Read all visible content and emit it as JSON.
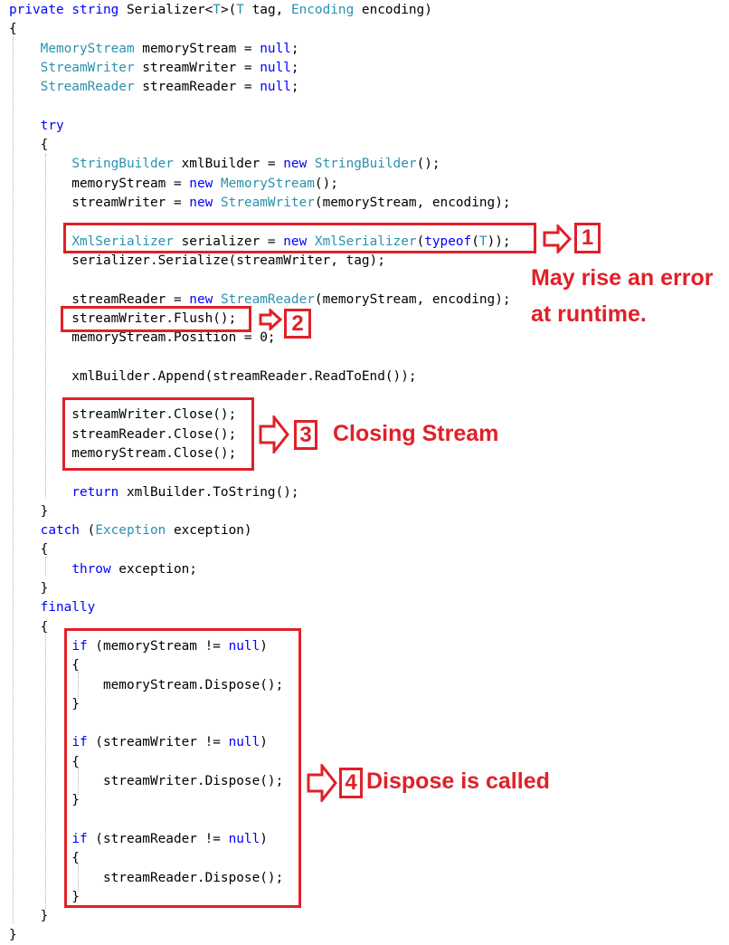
{
  "colors": {
    "keyword": "#0000ff",
    "type": "#2b91af",
    "text": "#000000",
    "annotation": "#e02028"
  },
  "code_lines": [
    [
      {
        "t": "private",
        "c": "keyword"
      },
      {
        "t": " "
      },
      {
        "t": "string",
        "c": "keyword"
      },
      {
        "t": " Serializer<"
      },
      {
        "t": "T",
        "c": "type"
      },
      {
        "t": ">("
      },
      {
        "t": "T",
        "c": "type"
      },
      {
        "t": " tag, "
      },
      {
        "t": "Encoding",
        "c": "type"
      },
      {
        "t": " encoding)"
      }
    ],
    [
      {
        "t": "{"
      }
    ],
    [
      {
        "t": "    "
      },
      {
        "t": "MemoryStream",
        "c": "type"
      },
      {
        "t": " memoryStream = "
      },
      {
        "t": "null",
        "c": "keyword"
      },
      {
        "t": ";"
      }
    ],
    [
      {
        "t": "    "
      },
      {
        "t": "StreamWriter",
        "c": "type"
      },
      {
        "t": " streamWriter = "
      },
      {
        "t": "null",
        "c": "keyword"
      },
      {
        "t": ";"
      }
    ],
    [
      {
        "t": "    "
      },
      {
        "t": "StreamReader",
        "c": "type"
      },
      {
        "t": " streamReader = "
      },
      {
        "t": "null",
        "c": "keyword"
      },
      {
        "t": ";"
      }
    ],
    [],
    [
      {
        "t": "    "
      },
      {
        "t": "try",
        "c": "keyword"
      }
    ],
    [
      {
        "t": "    {"
      }
    ],
    [
      {
        "t": "        "
      },
      {
        "t": "StringBuilder",
        "c": "type"
      },
      {
        "t": " xmlBuilder = "
      },
      {
        "t": "new",
        "c": "keyword"
      },
      {
        "t": " "
      },
      {
        "t": "StringBuilder",
        "c": "type"
      },
      {
        "t": "();"
      }
    ],
    [
      {
        "t": "        memoryStream = "
      },
      {
        "t": "new",
        "c": "keyword"
      },
      {
        "t": " "
      },
      {
        "t": "MemoryStream",
        "c": "type"
      },
      {
        "t": "();"
      }
    ],
    [
      {
        "t": "        streamWriter = "
      },
      {
        "t": "new",
        "c": "keyword"
      },
      {
        "t": " "
      },
      {
        "t": "StreamWriter",
        "c": "type"
      },
      {
        "t": "(memoryStream, encoding);"
      }
    ],
    [],
    [
      {
        "t": "        "
      },
      {
        "t": "XmlSerializer",
        "c": "type"
      },
      {
        "t": " serializer = "
      },
      {
        "t": "new",
        "c": "keyword"
      },
      {
        "t": " "
      },
      {
        "t": "XmlSerializer",
        "c": "type"
      },
      {
        "t": "("
      },
      {
        "t": "typeof",
        "c": "keyword"
      },
      {
        "t": "("
      },
      {
        "t": "T",
        "c": "type"
      },
      {
        "t": "));"
      }
    ],
    [
      {
        "t": "        serializer.Serialize(streamWriter, tag);"
      }
    ],
    [],
    [
      {
        "t": "        streamReader = "
      },
      {
        "t": "new",
        "c": "keyword"
      },
      {
        "t": " "
      },
      {
        "t": "StreamReader",
        "c": "type"
      },
      {
        "t": "(memoryStream, encoding);"
      }
    ],
    [
      {
        "t": "        streamWriter.Flush();"
      }
    ],
    [
      {
        "t": "        memoryStream.Position = 0;"
      }
    ],
    [],
    [
      {
        "t": "        xmlBuilder.Append(streamReader.ReadToEnd());"
      }
    ],
    [],
    [
      {
        "t": "        streamWriter.Close();"
      }
    ],
    [
      {
        "t": "        streamReader.Close();"
      }
    ],
    [
      {
        "t": "        memoryStream.Close();"
      }
    ],
    [],
    [
      {
        "t": "        "
      },
      {
        "t": "return",
        "c": "keyword"
      },
      {
        "t": " xmlBuilder.ToString();"
      }
    ],
    [
      {
        "t": "    }"
      }
    ],
    [
      {
        "t": "    "
      },
      {
        "t": "catch",
        "c": "keyword"
      },
      {
        "t": " ("
      },
      {
        "t": "Exception",
        "c": "type"
      },
      {
        "t": " exception)"
      }
    ],
    [
      {
        "t": "    {"
      }
    ],
    [
      {
        "t": "        "
      },
      {
        "t": "throw",
        "c": "keyword"
      },
      {
        "t": " exception;"
      }
    ],
    [
      {
        "t": "    }"
      }
    ],
    [
      {
        "t": "    "
      },
      {
        "t": "finally",
        "c": "keyword"
      }
    ],
    [
      {
        "t": "    {"
      }
    ],
    [
      {
        "t": "        "
      },
      {
        "t": "if",
        "c": "keyword"
      },
      {
        "t": " (memoryStream != "
      },
      {
        "t": "null",
        "c": "keyword"
      },
      {
        "t": ")"
      }
    ],
    [
      {
        "t": "        {"
      }
    ],
    [
      {
        "t": "            memoryStream.Dispose();"
      }
    ],
    [
      {
        "t": "        }"
      }
    ],
    [],
    [
      {
        "t": "        "
      },
      {
        "t": "if",
        "c": "keyword"
      },
      {
        "t": " (streamWriter != "
      },
      {
        "t": "null",
        "c": "keyword"
      },
      {
        "t": ")"
      }
    ],
    [
      {
        "t": "        {"
      }
    ],
    [
      {
        "t": "            streamWriter.Dispose();"
      }
    ],
    [
      {
        "t": "        }"
      }
    ],
    [],
    [
      {
        "t": "        "
      },
      {
        "t": "if",
        "c": "keyword"
      },
      {
        "t": " (streamReader != "
      },
      {
        "t": "null",
        "c": "keyword"
      },
      {
        "t": ")"
      }
    ],
    [
      {
        "t": "        {"
      }
    ],
    [
      {
        "t": "            streamReader.Dispose();"
      }
    ],
    [
      {
        "t": "        }"
      }
    ],
    [
      {
        "t": "    }"
      }
    ],
    [
      {
        "t": "}"
      }
    ]
  ],
  "annotations": {
    "n1": "1",
    "n2": "2",
    "n3": "3",
    "n4": "4",
    "callout1_line1": "May rise an error",
    "callout1_line2": "at runtime.",
    "callout3": "Closing Stream",
    "callout4": "Dispose is called"
  }
}
